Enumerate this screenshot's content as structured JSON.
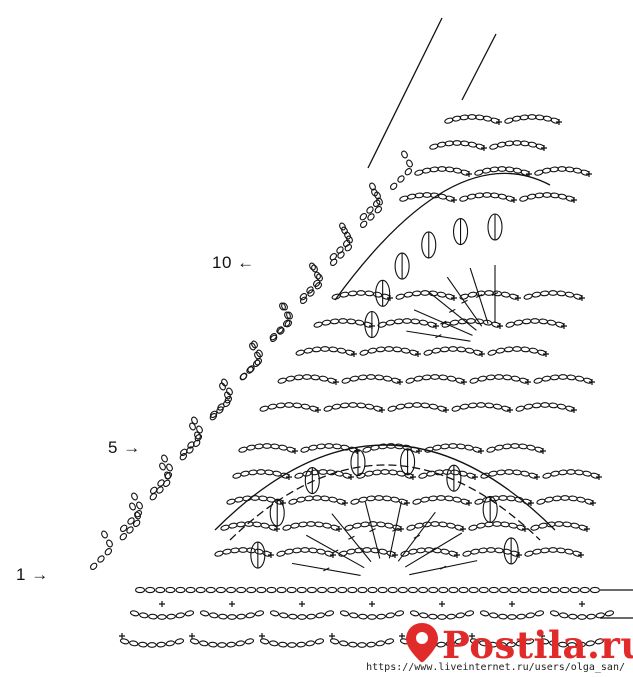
{
  "row_labels": [
    {
      "number": "1",
      "arrow": "→"
    },
    {
      "number": "5",
      "arrow": "→"
    },
    {
      "number": "10",
      "arrow": "←"
    }
  ],
  "watermark": {
    "text": "Postila.ru",
    "color": "#e12a2a"
  },
  "source_url": "https://www.liveinternet.ru/users/olga_san/",
  "ink_color": "#111111",
  "symbols": [
    "chain-stitch",
    "single-crochet",
    "double-crochet",
    "puff-stitch",
    "picot"
  ]
}
